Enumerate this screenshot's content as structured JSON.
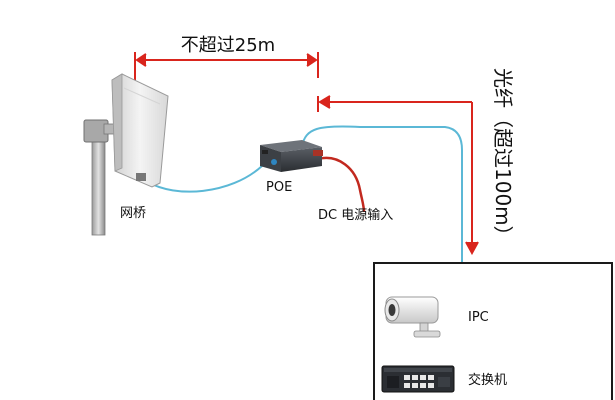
{
  "annotations": {
    "wireless_distance": "不超过25m",
    "fiber_distance": "光纤（超过100m）"
  },
  "labels": {
    "bridge": "网桥",
    "poe": "POE",
    "dc_input": "DC 电源输入",
    "ipc": "IPC",
    "switch": "交换机"
  },
  "colors": {
    "dimension_arrow": "#d9251d",
    "cable_blue": "#5bb8d6",
    "dc_cable": "#c2291f",
    "box_border": "#1a1a1a"
  },
  "icons": {
    "bridge": "panel-antenna-icon",
    "poe": "poe-injector-icon",
    "camera": "bullet-camera-icon",
    "switch": "network-switch-icon"
  }
}
